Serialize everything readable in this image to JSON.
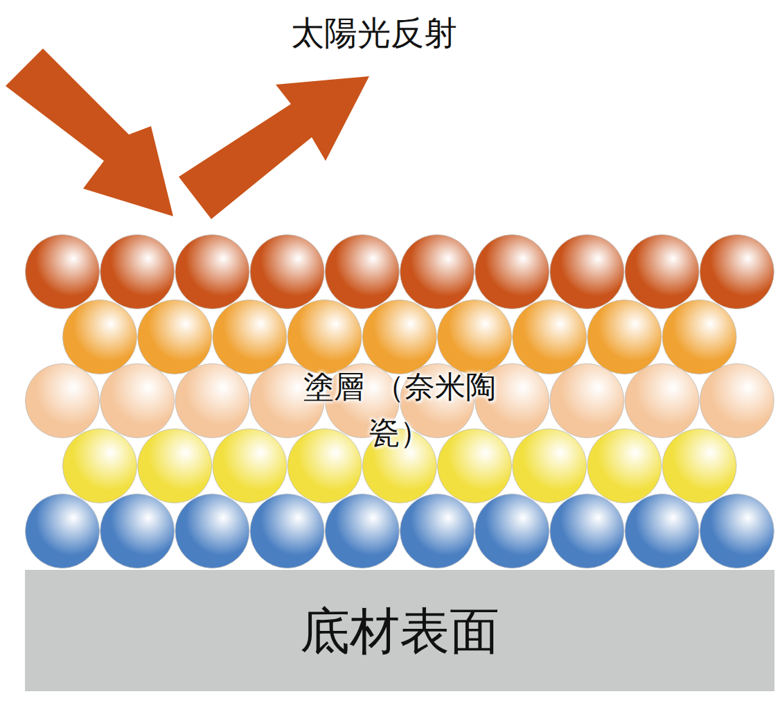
{
  "diagram": {
    "nodes": [
      {
        "text": [
          "塗層 （奈米陶瓷）"
        ]
      },
      {
        "text": [
          "底材表面"
        ]
      }
    ],
    "labels": [
      "太陽光反射"
    ]
  }
}
